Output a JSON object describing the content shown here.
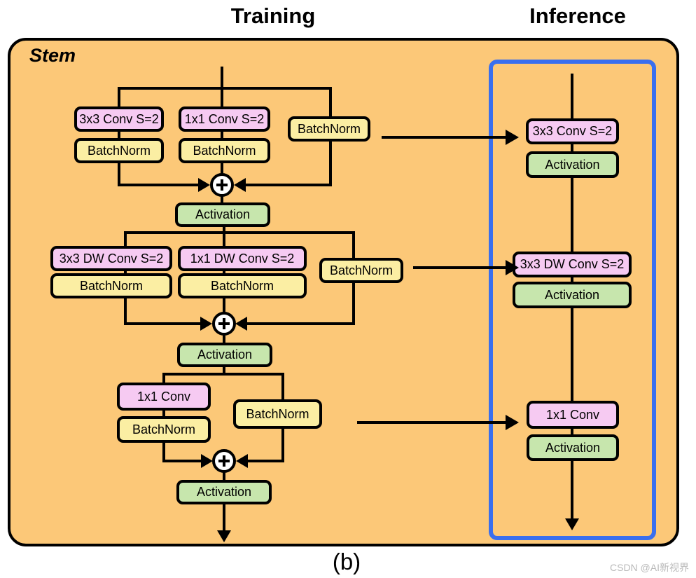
{
  "figure": {
    "caption": "(b)",
    "watermark": "CSDN @AI新视界"
  },
  "columns": {
    "training_title": "Training",
    "inference_title": "Inference"
  },
  "panel": {
    "label": "Stem"
  },
  "colors": {
    "panel_background": "#fcc878",
    "conv_block": "#f6caf2",
    "batchnorm_block": "#fbeea3",
    "activation_block": "#c7e6ad",
    "inference_frame_border": "#3a6fee",
    "outline": "#000000",
    "page_background": "#ffffff"
  },
  "training": {
    "blocks": [
      {
        "id": "stage-1",
        "branches": [
          {
            "conv": "3x3 Conv S=2",
            "norm": "BatchNorm"
          },
          {
            "conv": "1x1 Conv S=2",
            "norm": "BatchNorm"
          },
          {
            "conv": null,
            "norm": "BatchNorm"
          }
        ],
        "merge": "+",
        "activation": "Activation"
      },
      {
        "id": "stage-2",
        "branches": [
          {
            "conv": "3x3 DW Conv S=2",
            "norm": "BatchNorm"
          },
          {
            "conv": "1x1 DW Conv S=2",
            "norm": "BatchNorm"
          },
          {
            "conv": null,
            "norm": "BatchNorm"
          }
        ],
        "merge": "+",
        "activation": "Activation"
      },
      {
        "id": "stage-3",
        "branches": [
          {
            "conv": "1x1 Conv",
            "norm": "BatchNorm"
          },
          {
            "conv": null,
            "norm": "BatchNorm"
          }
        ],
        "merge": "+",
        "activation": "Activation"
      }
    ]
  },
  "inference": {
    "blocks": [
      {
        "id": "stage-1",
        "conv": "3x3 Conv S=2",
        "activation": "Activation"
      },
      {
        "id": "stage-2",
        "conv": "3x3 DW Conv S=2",
        "activation": "Activation"
      },
      {
        "id": "stage-3",
        "conv": "1x1 Conv",
        "activation": "Activation"
      }
    ]
  }
}
